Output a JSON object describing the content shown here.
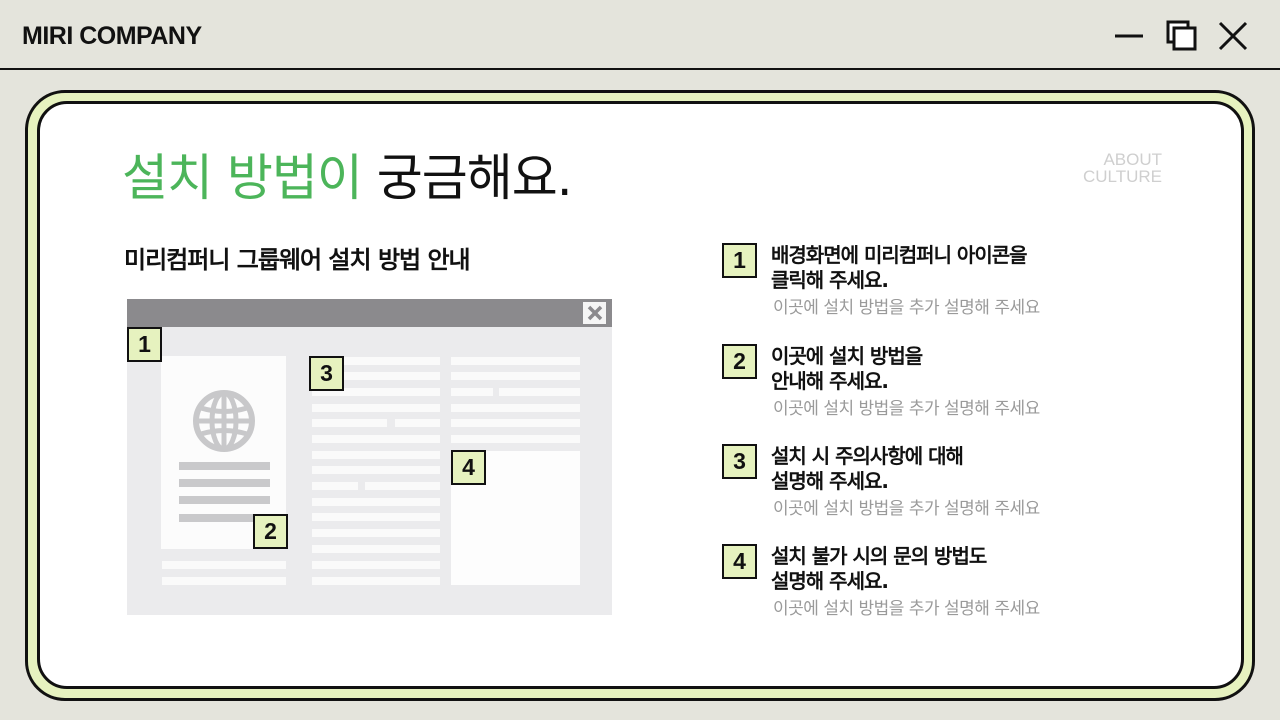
{
  "window": {
    "title": "MIRI COMPANY",
    "controls": {
      "minimize": "minimize",
      "restore": "restore",
      "close": "close"
    }
  },
  "headline": {
    "highlight": "설치 방법이",
    "rest": " 궁금해요."
  },
  "corner_label": {
    "line1": "ABOUT",
    "line2": "CULTURE"
  },
  "subtitle": "미리컴퍼니 그룹웨어 설치 방법 안내",
  "illustration": {
    "markers": [
      "1",
      "2",
      "3",
      "4"
    ],
    "icon": "globe-icon"
  },
  "steps": [
    {
      "number": "1",
      "title": "배경화면에 미리컴퍼니 아이콘을\n클릭해 주세요.",
      "description": "이곳에 설치 방법을 추가 설명해 주세요"
    },
    {
      "number": "2",
      "title": "이곳에 설치 방법을\n안내해 주세요.",
      "description": "이곳에 설치 방법을 추가 설명해 주세요"
    },
    {
      "number": "3",
      "title": "설치 시 주의사항에 대해\n설명해 주세요.",
      "description": "이곳에 설치 방법을 추가 설명해 주세요"
    },
    {
      "number": "4",
      "title": "설치 불가 시의 문의 방법도\n설명해 주세요.",
      "description": "이곳에 설치 방법을 추가 설명해 주세요"
    }
  ],
  "colors": {
    "accent_green": "#4cb55a",
    "badge_fill": "#e6f2bf",
    "background": "#e4e4dc",
    "muted_text": "#9a9a9a"
  }
}
